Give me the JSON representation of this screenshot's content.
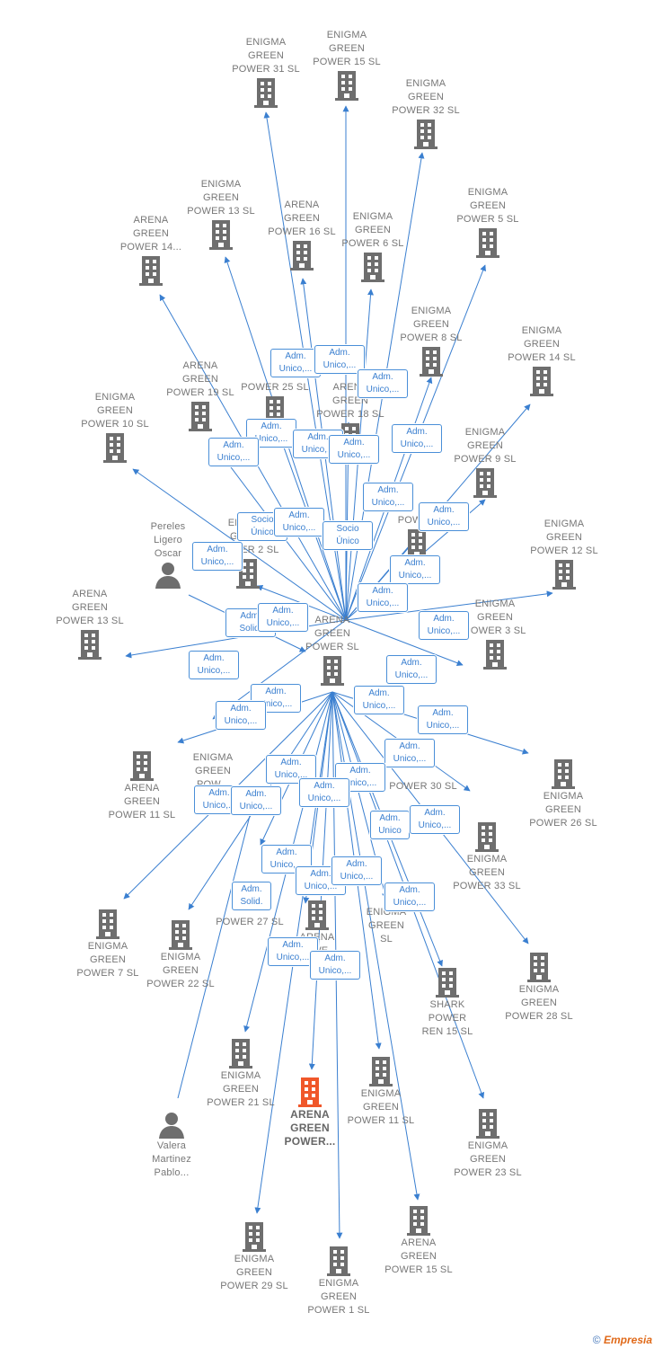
{
  "nodes": {
    "center": "ARENA\nGREEN\nPOWER SL",
    "n01": "ENIGMA\nGREEN\nPOWER 31 SL",
    "n02": "ENIGMA\nGREEN\nPOWER 15 SL",
    "n03": "ENIGMA\nGREEN\nPOWER 32 SL",
    "n04": "ENIGMA\nGREEN\nPOWER 13 SL",
    "n05": "ARENA\nGREEN\nPOWER 16 SL",
    "n06": "ENIGMA\nGREEN\nPOWER 5 SL",
    "n07": "ARENA\nGREEN\nPOWER 14...",
    "n08": "ENIGMA\nGREEN\nPOWER 6 SL",
    "n09": "ENIGMA\nGREEN\nPOWER 8 SL",
    "n10": "ENIGMA\nGREEN\nPOWER 14 SL",
    "n11": "ARENA\nGREEN\nPOWER 19 SL",
    "n12": "POWER 25 SL",
    "n13": "ARENA\nGREEN\nPOWER 18 SL",
    "n14": "ENIGMA\nGREEN\nPOWER 10 SL",
    "n15": "ENIGMA\nGREEN\nPOWER 9 SL",
    "n16": "Pereles\nLigero\nOscar",
    "n17": "ENIGMA\nGREEN\nPOWER 2 SL",
    "n18": "POWER",
    "n19": "ENIGMA\nGREEN\nPOWER 12 SL",
    "n20": "ARENA\nGREEN\nPOWER 13 SL",
    "n21": "ENIGMA\nGREEN\nPOWER 3 SL",
    "n22": "ENIGMA\nGREEN\nPOW...",
    "n23": "ARENA\nGREEN\nPOWER 11 SL",
    "n24": "POWER 30 SL",
    "n25": "ENIGMA\nGREEN\nPOWER 26 SL",
    "n26": "ENIGMA\nGREEN\nPOWER 33 SL",
    "n27": "POWER 27 SL",
    "n28": "ENIGMA\nGREEN\nPOWER 7 SL",
    "n29": "ENIGMA\nGREEN\nPOWER 22 SL",
    "n30": "ARENA\nPOWE...",
    "n31": "ENIGMA\nGREEN\nSL",
    "n32": "SHARK\nPOWER\nREN 15 SL",
    "n33": "ENIGMA\nGREEN\nPOWER 28 SL",
    "n34": "ENIGMA\nGREEN\nPOWER 21 SL",
    "n35": "ARENA\nGREEN\nPOWER...",
    "n36": "ENIGMA\nGREEN\nPOWER 11 SL",
    "n37": "ENIGMA\nGREEN\nPOWER 23 SL",
    "n38": "Valera\nMartinez\nPablo...",
    "n39": "ENIGMA\nGREEN\nPOWER 29 SL",
    "n40": "ENIGMA\nGREEN\nPOWER 1 SL",
    "n41": "ARENA\nGREEN\nPOWER 15 SL"
  },
  "edge_labels": {
    "e01": "Adm.\nUnico,...",
    "e02": "Adm.\nUnico,...",
    "e03": "Adm.\nUnico,...",
    "e04": "Adm.\nUnico,...",
    "e05": "Adm.\nUnico,...",
    "e06": "Adm.\nUnico,...",
    "e07": "Adm.\nUnico,...",
    "e08": "Adm.\nUnico,...",
    "e09": "Adm.\nUnico,...",
    "e10": "Socio\nÚnico",
    "e11": "Adm.\nUnico,...",
    "e12": "Socio\nÚnico",
    "e13": "Adm.\nUnico,...",
    "e14": "Adm.\nUnico,...",
    "e15": "Adm.\nUnico,...",
    "e16": "Adm.\nUnico,...",
    "e17": "Adm.\nSolid.",
    "e18": "Adm.\nUnico,...",
    "e19": "Adm.\nUnico,...",
    "e20": "Adm.\nUnico,...",
    "e21": "Adm.\nUnico,...",
    "e22": "Adm.\nUnico,...",
    "e23": "Adm.\nUnico,...",
    "e24": "Adm.\nUnico,...",
    "e25": "Adm.\nUnico,...",
    "e26": "Adm.\nUnico,...",
    "e27": "Adm.\nUnico,...",
    "e28": "Adm.\nUnico,...",
    "e29": "Adm.\nUnico,...",
    "e30": "Adm.\nUnico",
    "e31": "Adm.\nUnico,...",
    "e32": "Adm.\nUnico,...",
    "e33": "Adm.\nUnico,...",
    "e34": "Adm.\nUnico,...",
    "e35": "Adm.\nSolid.",
    "e36": "Adm.\nUnico,...",
    "e37": "Adm.\nUnico,...",
    "e38": "Adm.\nUnico,...",
    "e39": "Adm.\nUnico,...",
    "e40": "Adm.\nUnico,..."
  },
  "colors": {
    "edge": "#3a7fd0",
    "building": "#6e6e6e",
    "focus_building": "#f0572a",
    "person": "#6e6e6e"
  },
  "footer": {
    "copyright": "©",
    "brand": "Empresia"
  }
}
